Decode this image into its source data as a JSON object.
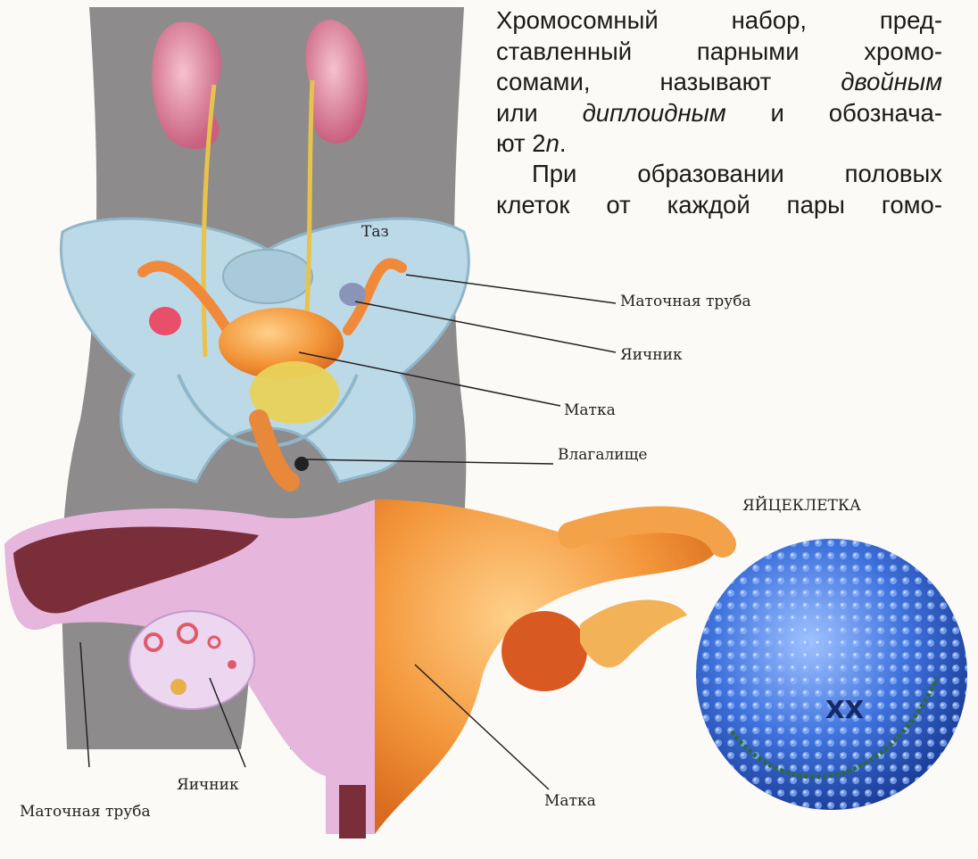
{
  "text": {
    "p1_l1": "Хромосомный набор, пред-",
    "p1_l2": "ставленный парными хромо-",
    "p1_l3_a": "сомами, называют ",
    "p1_l3_em": "двойным",
    "p1_l4_a": "или ",
    "p1_l4_em": "диплоидным",
    "p1_l4_b": " и обознача-",
    "p1_l5_a": "ют 2",
    "p1_l5_em": "n",
    "p1_l5_b": ".",
    "p2_l1": "При образовании половых",
    "p2_l2": "клеток от каждой пары гомо-"
  },
  "labels": {
    "pelvis": "Таз",
    "tube_upper": "Маточная труба",
    "ovary_upper": "Яичник",
    "uterus_upper": "Матка",
    "vagina": "Влагалище",
    "egg_title": "ЯЙЦЕКЛЕТКА",
    "ovary_lower": "Яичник",
    "tube_lower": "Маточная труба",
    "uterus_lower": "Матка"
  },
  "colors": {
    "body": "#8e8b8d",
    "pelvis": "#bcd9e8",
    "kidney": "#d98aa0",
    "uterus": "#f0953a",
    "section": "#e6b6dc",
    "egg": "#3a6fd6"
  }
}
